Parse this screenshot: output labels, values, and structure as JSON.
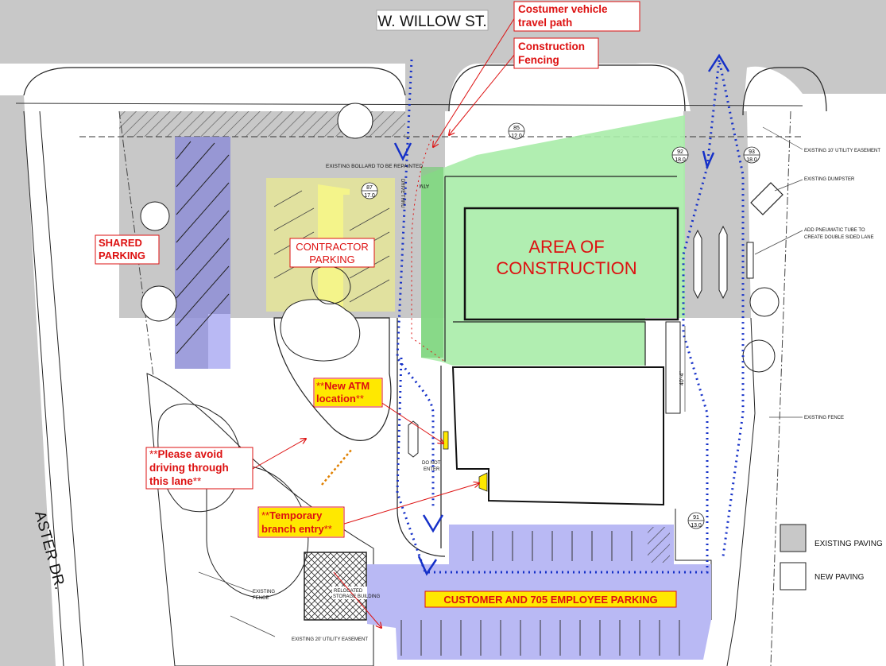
{
  "streets": {
    "willow": "W. WILLOW ST.",
    "aster": "ASTER DR."
  },
  "callouts": {
    "travel_path_1": "Costumer vehicle",
    "travel_path_2": "travel path",
    "fencing_1": "Construction",
    "fencing_2": "Fencing",
    "atm_prefix": "**",
    "atm_1": "New ATM",
    "atm_2": "location",
    "atm_suffix": "**",
    "avoid_prefix": "**",
    "avoid_1": "Please avoid",
    "avoid_2": "driving through",
    "avoid_3": "this lane",
    "avoid_suffix": "**",
    "temp_prefix": "**",
    "temp_1": "Temporary",
    "temp_2": "branch entry",
    "temp_suffix": "**"
  },
  "zones": {
    "shared_1": "SHARED",
    "shared_2": "PARKING",
    "contractor_1": "CONTRACTOR",
    "contractor_2": "PARKING",
    "construction_1": "AREA OF",
    "construction_2": "CONSTRUCTION",
    "customer": "CUSTOMER AND 705 EMPLOYEE PARKING"
  },
  "notes": {
    "bollard": "EXISTING BOLLARD TO BE REPAINTED",
    "drive_thru": "DRIVE THRU",
    "atm_small": "ATM",
    "easement_10": "EXISTING 10' UTILITY EASEMENT",
    "dumpster": "EXISTING DUMPSTER",
    "pneumatic_1": "ADD PNEUMATIC TUBE TO",
    "pneumatic_2": "CREATE DOUBLE SIDED LANE",
    "fence_right": "EXISTING FENCE",
    "fence_left_1": "EXISTING",
    "fence_left_2": "FENCE",
    "easement_20": "EXISTING 20' UTILITY EASEMENT",
    "relocated_1": "RELOCATED",
    "relocated_2": "STORAGE BUILDING",
    "do_not_enter_1": "DO NOT",
    "do_not_enter_2": "ENTER",
    "dimension": "40'-4\""
  },
  "tags": [
    {
      "top": "85",
      "bottom": "12.0"
    },
    {
      "top": "87",
      "bottom": "17.0"
    },
    {
      "top": "92",
      "bottom": "18.0"
    },
    {
      "top": "93",
      "bottom": "18.0"
    },
    {
      "top": "91",
      "bottom": "13.0"
    }
  ],
  "legend": {
    "existing": "EXISTING PAVING",
    "new": "NEW PAVING"
  },
  "colors": {
    "paving": "#c8c8c8",
    "shared_parking": "#8e8ed6",
    "contractor": "#e3e39a",
    "construction": "#a8eca8",
    "customer_parking": "#b9b9f4",
    "callout_red": "#dd1111",
    "travel_blue": "#1530c8",
    "highlight_yellow": "#ffe800"
  }
}
